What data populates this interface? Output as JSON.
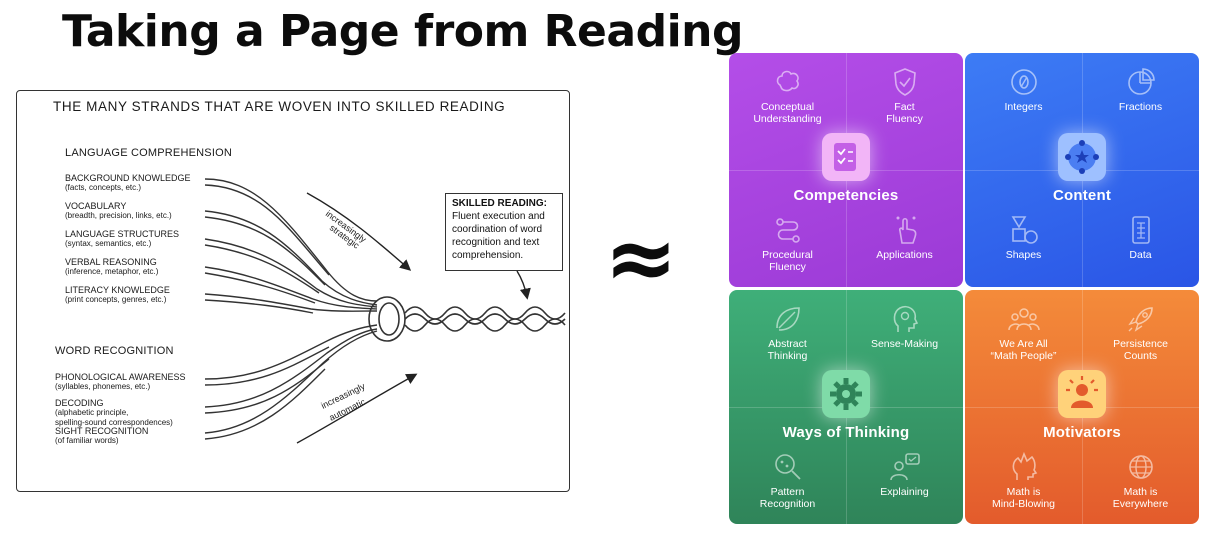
{
  "page_title": "Taking a Page from Reading",
  "approx_symbol": "≈",
  "rope": {
    "heading": "THE MANY STRANDS THAT ARE WOVEN INTO SKILLED READING",
    "language_comprehension": {
      "title": "LANGUAGE COMPREHENSION",
      "items": [
        {
          "name": "BACKGROUND KNOWLEDGE",
          "detail": "(facts, concepts, etc.)"
        },
        {
          "name": "VOCABULARY",
          "detail": "(breadth, precision, links, etc.)"
        },
        {
          "name": "LANGUAGE STRUCTURES",
          "detail": "(syntax, semantics, etc.)"
        },
        {
          "name": "VERBAL REASONING",
          "detail": "(inference, metaphor, etc.)"
        },
        {
          "name": "LITERACY KNOWLEDGE",
          "detail": "(print concepts, genres, etc.)"
        }
      ]
    },
    "word_recognition": {
      "title": "WORD RECOGNITION",
      "items": [
        {
          "name": "PHONOLOGICAL AWARENESS",
          "detail": "(syllables, phonemes, etc.)"
        },
        {
          "name": "DECODING",
          "detail": "(alphabetic principle,"
        },
        {
          "name": "SIGHT RECOGNITION",
          "detail": "(of familiar words)"
        }
      ],
      "decoding_detail_2": "spelling-sound correspondences)"
    },
    "arrow_top": "increasingly strategic",
    "arrow_top_1": "increasingly",
    "arrow_top_2": "strategic",
    "arrow_bottom_1": "increasingly",
    "arrow_bottom_2": "automatic",
    "skilled": {
      "title": "SKILLED READING:",
      "line1": "Fluent execution and",
      "line2": "coordination of word",
      "line3": "recognition and text",
      "line4": "comprehension."
    }
  },
  "quadrants": {
    "competencies": {
      "name": "Competencies",
      "tl": [
        "Conceptual",
        "Understanding"
      ],
      "tr": [
        "Fact",
        "Fluency"
      ],
      "bl": [
        "Procedural",
        "Fluency"
      ],
      "br": [
        "Applications",
        ""
      ]
    },
    "content": {
      "name": "Content",
      "tl": [
        "Integers",
        ""
      ],
      "tr": [
        "Fractions",
        ""
      ],
      "bl": [
        "Shapes",
        ""
      ],
      "br": [
        "Data",
        ""
      ]
    },
    "ways": {
      "name": "Ways of Thinking",
      "tl": [
        "Abstract",
        "Thinking"
      ],
      "tr": [
        "Sense-Making",
        ""
      ],
      "bl": [
        "Pattern",
        "Recognition"
      ],
      "br": [
        "Explaining",
        ""
      ]
    },
    "motivators": {
      "name": "Motivators",
      "tl": [
        "We Are All",
        "“Math People”"
      ],
      "tr": [
        "Persistence",
        "Counts"
      ],
      "bl": [
        "Math is",
        "Mind-Blowing"
      ],
      "br": [
        "Math is",
        "Everywhere"
      ]
    }
  },
  "icons": {
    "competencies": [
      "brain-icon",
      "shield-check-icon",
      "path-icon",
      "hand-pointer-icon"
    ],
    "content": [
      "zero-circle-icon",
      "pie-icon",
      "shapes-icon",
      "data-grid-icon"
    ],
    "ways": [
      "leaf-brain-icon",
      "head-gear-icon",
      "magnifier-icon",
      "person-speech-icon"
    ],
    "motivators": [
      "people-icon",
      "rocket-icon",
      "head-burst-icon",
      "globe-icon"
    ]
  },
  "colors": {
    "competencies": "#a845e0",
    "content": "#3569ee",
    "ways": "#379a69",
    "motivators": "#ec7233"
  }
}
